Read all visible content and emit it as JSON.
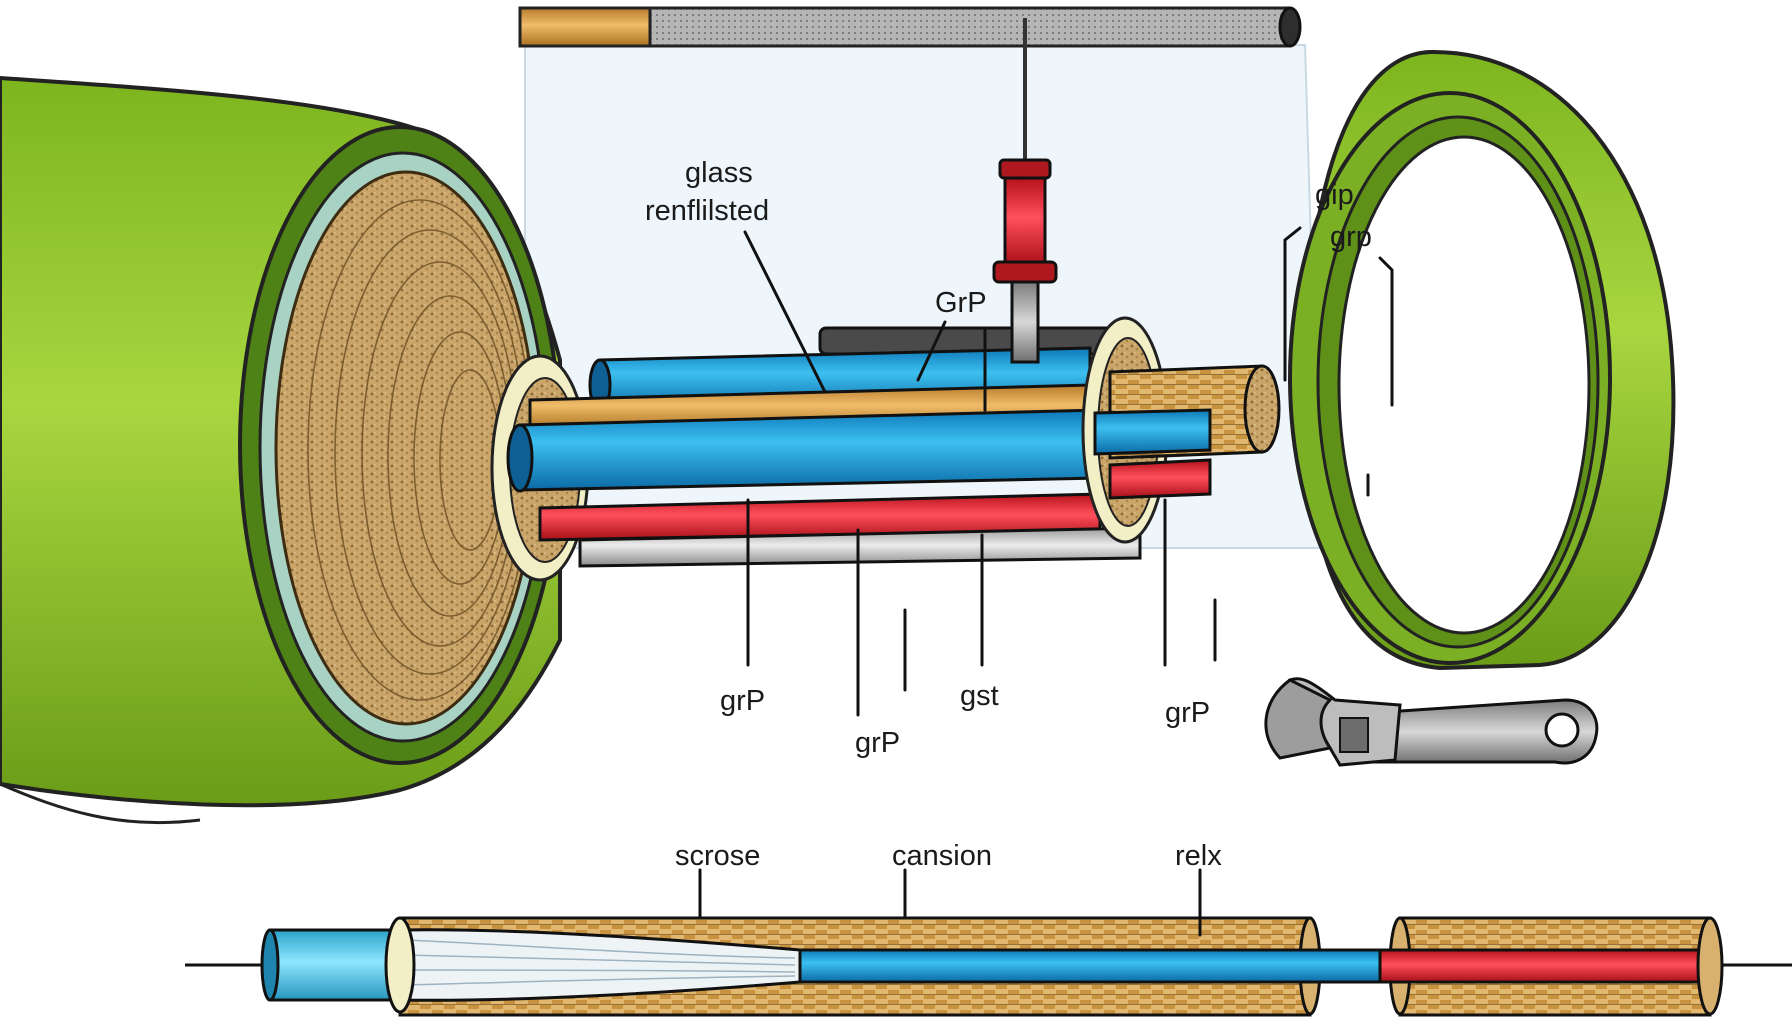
{
  "diagram": {
    "labels": {
      "glass_line1": "glass",
      "glass_line2": "renflilsted",
      "grp_top": "GrP",
      "gip": "gip",
      "grp_right": "grp",
      "grp_left": "grP",
      "grp_mid": "grP",
      "gst": "gst",
      "grp_lower_right": "grP",
      "scrose": "scrose",
      "cansion": "cansion",
      "relx": "relx"
    },
    "colors": {
      "jacket_green": "#8cc02c",
      "jacket_dark": "#5e8f17",
      "core_tan": "#c9a56a",
      "tube_blue": "#1e9fdc",
      "tube_red": "#e8202e",
      "tube_orange": "#e0a347",
      "tube_gray": "#c7c7c7",
      "probe_red": "#d8222a"
    }
  }
}
